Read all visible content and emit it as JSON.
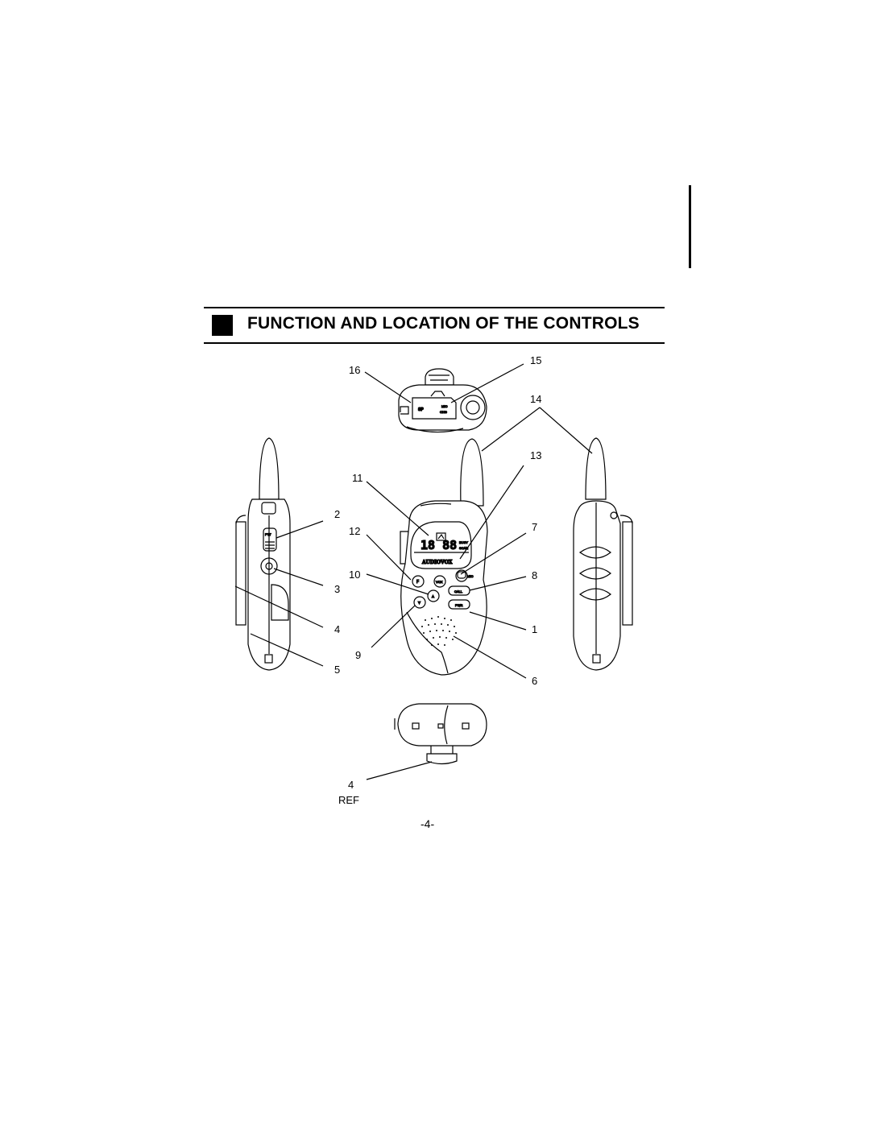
{
  "heading": {
    "title": "FUNCTION AND LOCATION OF THE CONTROLS"
  },
  "callouts": {
    "c1": "1",
    "c2": "2",
    "c3": "3",
    "c4": "4",
    "c5": "5",
    "c6": "6",
    "c7": "7",
    "c8": "8",
    "c9": "9",
    "c10": "10",
    "c11": "11",
    "c12": "12",
    "c13": "13",
    "c14": "14",
    "c15": "15",
    "c16": "16",
    "c4_ref": "4",
    "ref_label": "REF"
  },
  "device_labels": {
    "top_sp": "SP",
    "top_mic": "MIC",
    "top_chg": "CHG",
    "side_ptt": "PTT",
    "lcd_digits": "18 88",
    "lcd_busy": "BUSY",
    "lcd_scan": "SCAN",
    "brand": "AUDIOVOX",
    "btn_f": "F",
    "btn_vox": "VOX",
    "btn_mic": "MIC",
    "btn_call": "CALL",
    "btn_pwr": "PWR",
    "btn_up": "▲",
    "btn_down": "▼"
  },
  "page": {
    "number": "-4-"
  }
}
